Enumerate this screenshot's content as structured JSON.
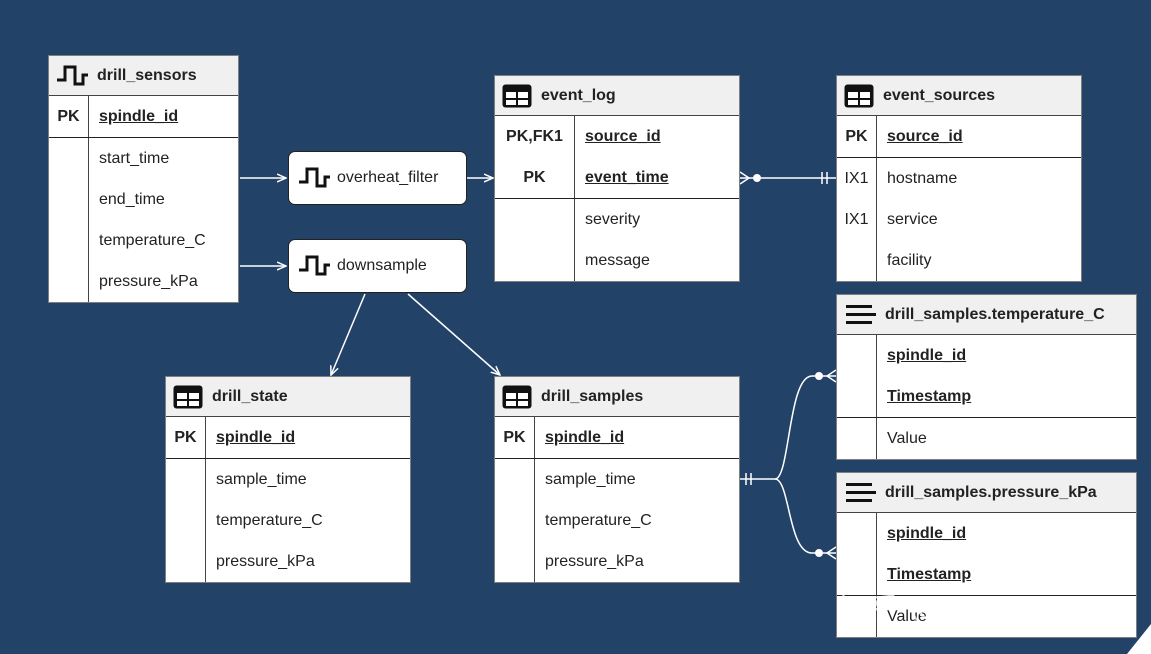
{
  "entities": {
    "drill_sensors": {
      "title": "drill_sensors",
      "icon": "pulse-icon",
      "rows": [
        {
          "key": "PK",
          "name": "spindle_id",
          "pk": true
        },
        {
          "key": "",
          "name": "start_time"
        },
        {
          "key": "",
          "name": "end_time"
        },
        {
          "key": "",
          "name": "temperature_C"
        },
        {
          "key": "",
          "name": "pressure_kPa"
        }
      ]
    },
    "event_log": {
      "title": "event_log",
      "icon": "table-icon",
      "rows": [
        {
          "key": "PK,FK1",
          "name": "source_id",
          "pk": true
        },
        {
          "key": "PK",
          "name": "event_time",
          "pk": true
        },
        {
          "key": "",
          "name": "severity"
        },
        {
          "key": "",
          "name": "message"
        }
      ]
    },
    "event_sources": {
      "title": "event_sources",
      "icon": "table-icon",
      "rows": [
        {
          "key": "PK",
          "name": "source_id",
          "pk": true
        },
        {
          "key": "IX1",
          "name": "hostname"
        },
        {
          "key": "IX1",
          "name": "service"
        },
        {
          "key": "",
          "name": "facility"
        }
      ]
    },
    "drill_state": {
      "title": "drill_state",
      "icon": "table-icon",
      "rows": [
        {
          "key": "PK",
          "name": "spindle_id",
          "pk": true
        },
        {
          "key": "",
          "name": "sample_time"
        },
        {
          "key": "",
          "name": "temperature_C"
        },
        {
          "key": "",
          "name": "pressure_kPa"
        }
      ]
    },
    "drill_samples": {
      "title": "drill_samples",
      "icon": "table-icon",
      "rows": [
        {
          "key": "PK",
          "name": "spindle_id",
          "pk": true
        },
        {
          "key": "",
          "name": "sample_time"
        },
        {
          "key": "",
          "name": "temperature_C"
        },
        {
          "key": "",
          "name": "pressure_kPa"
        }
      ]
    },
    "ts_temperature": {
      "title": "drill_samples.temperature_C",
      "icon": "lines-icon",
      "rows": [
        {
          "key": "",
          "name": "spindle_id",
          "pk": true
        },
        {
          "key": "",
          "name": "Timestamp",
          "pk": true
        },
        {
          "key": "",
          "name": "Value"
        }
      ]
    },
    "ts_pressure": {
      "title": "drill_samples.pressure_kPa",
      "icon": "lines-icon",
      "rows": [
        {
          "key": "",
          "name": "spindle_id",
          "pk": true
        },
        {
          "key": "",
          "name": "Timestamp",
          "pk": true
        },
        {
          "key": "",
          "name": "Value"
        }
      ]
    }
  },
  "processes": {
    "overheat_filter": {
      "label": "overheat_filter",
      "icon": "pulse-icon"
    },
    "downsample": {
      "label": "downsample",
      "icon": "pulse-icon"
    }
  },
  "watermark": "知乎 @Speedgoat",
  "colors": {
    "background": "#234268",
    "link": "#ffffff",
    "header": "#f0f0f0"
  }
}
